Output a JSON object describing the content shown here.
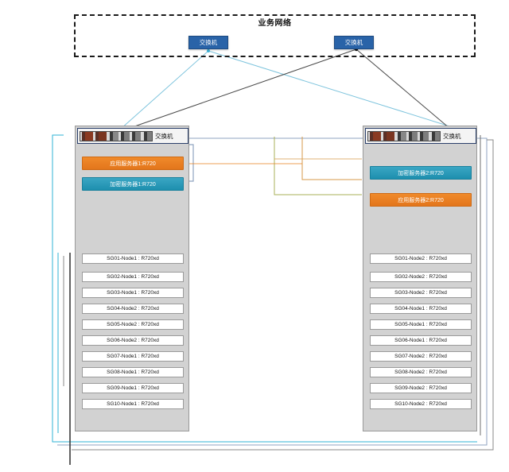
{
  "diagram": {
    "title": "业务网络",
    "network_zone_label": "业务网络"
  },
  "top_switches": [
    {
      "name": "top-switch-left",
      "label": "交换机"
    },
    {
      "name": "top-switch-right",
      "label": "交换机"
    }
  ],
  "racks": [
    {
      "side": "left",
      "switch_label": "交换机",
      "servers": [
        {
          "label": "应用服务器1:R720",
          "type": "app",
          "color": "#e8801f"
        },
        {
          "label": "加密服务器1:R720",
          "type": "encryption",
          "color": "#2196b4"
        }
      ],
      "nodes": [
        "SG01-Node1 : R720xd",
        "SG02-Node1 : R720xd",
        "SG03-Node1 : R720xd",
        "SG04-Node2 : R720xd",
        "SG05-Node2 : R720xd",
        "SG06-Node2 : R720xd",
        "SG07-Node1 : R720xd",
        "SG08-Node1 : R720xd",
        "SG09-Node1 : R720xd",
        "SG10-Node1 : R720xd"
      ]
    },
    {
      "side": "right",
      "switch_label": "交换机",
      "servers": [
        {
          "label": "加密服务器2:R720",
          "type": "encryption",
          "color": "#2196b4"
        },
        {
          "label": "应用服务器2:R720",
          "type": "app",
          "color": "#e8801f"
        }
      ],
      "nodes": [
        "SG01-Node2 : R720xd",
        "SG02-Node2 : R720xd",
        "SG03-Node2 : R720xd",
        "SG04-Node1 : R720xd",
        "SG05-Node1 : R720xd",
        "SG06-Node1 : R720xd",
        "SG07-Node2 : R720xd",
        "SG08-Node2 : R720xd",
        "SG09-Node2 : R720xd",
        "SG10-Node2 : R720xd"
      ]
    }
  ],
  "link_colors": {
    "uplink_light_blue": "#7ec4dd",
    "uplink_dark_gray": "#4a4a4a",
    "cable_cyan": "#2fb3d6",
    "cable_dark": "#3b3b3b",
    "cable_orange": "#f0a05a",
    "cable_olive": "#a8b05a",
    "cable_steel": "#8fa3c0"
  }
}
